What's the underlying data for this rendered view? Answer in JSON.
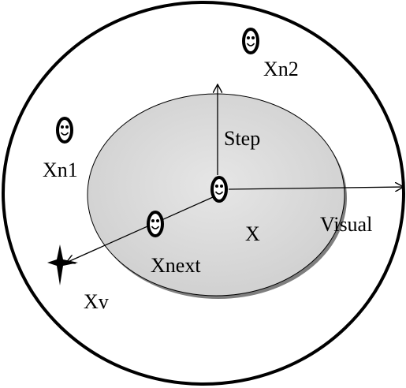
{
  "labels": {
    "xn2": "Xn2",
    "step": "Step",
    "xn1": "Xn1",
    "visual": "Visual",
    "x": "X",
    "xnext": "Xnext",
    "xv": "Xv"
  },
  "icons": {
    "agent": "smiley-face-icon",
    "target": "four-point-star-icon"
  },
  "colors": {
    "outer_region": "#ffffff",
    "inner_region": "#d9d9d9",
    "inner_shadow": "#7f7f7f",
    "stroke": "#000000"
  }
}
